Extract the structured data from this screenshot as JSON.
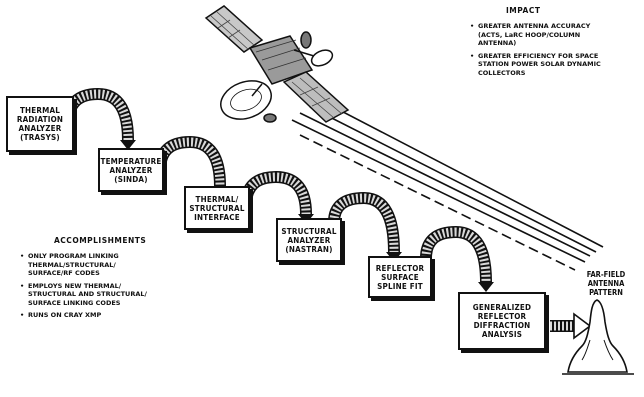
{
  "boxes": [
    {
      "id": "trasys",
      "text": "THERMAL\nRADIATION\nANALYZER\n(TRASYS)"
    },
    {
      "id": "sinda",
      "text": "TEMPERATURE\nANALYZER\n(SINDA)"
    },
    {
      "id": "interface",
      "text": "THERMAL/\nSTRUCTURAL\nINTERFACE"
    },
    {
      "id": "nastran",
      "text": "STRUCTURAL\nANALYZER\n(NASTRAN)"
    },
    {
      "id": "spline",
      "text": "REFLECTOR\nSURFACE\nSPLINE FIT"
    },
    {
      "id": "diffraction",
      "text": "GENERALIZED\nREFLECTOR\nDIFFRACTION\nANALYSIS"
    }
  ],
  "far_field": {
    "text": "FAR-FIELD\nANTENNA\nPATTERN"
  },
  "impact": {
    "heading": "IMPACT",
    "items": [
      "GREATER ANTENNA ACCURACY\n(ACTS, LaRC HOOP/COLUMN\nANTENNA)",
      "GREATER EFFICIENCY FOR SPACE\nSTATION POWER SOLAR DYNAMIC\nCOLLECTORS"
    ]
  },
  "accomplishments": {
    "heading": "ACCOMPLISHMENTS",
    "items": [
      "ONLY PROGRAM LINKING\nTHERMAL/STRUCTURAL/\nSURFACE/RF CODES",
      "EMPLOYS NEW THERMAL/\nSTRUCTURAL AND STRUCTURAL/\nSURFACE LINKING CODES",
      "RUNS ON CRAY XMP"
    ]
  }
}
